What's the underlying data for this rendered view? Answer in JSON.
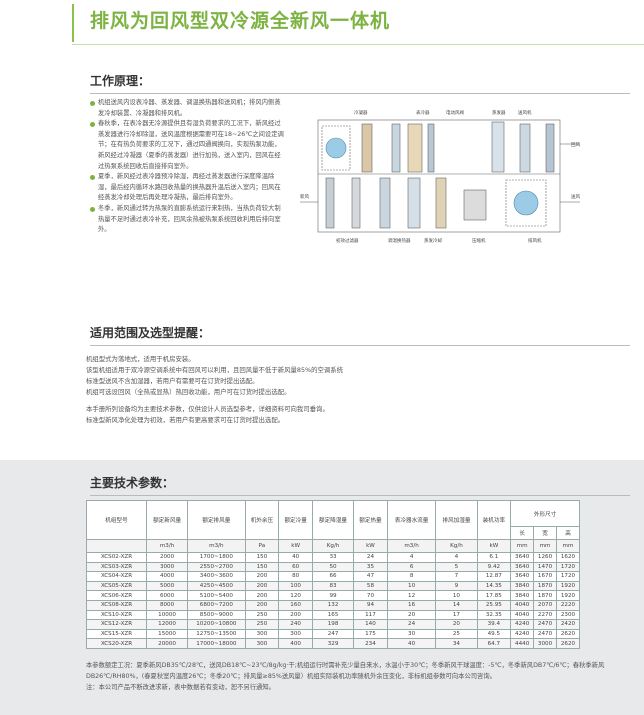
{
  "title": "排风为回风型双冷源全新风一体机",
  "principle": {
    "heading": "工作原理：",
    "items": [
      "机组送风内设表冷器、蒸发器、调温换热器和送风机；排风内侧蒸发冷却装置、冷凝器和排风机。",
      "春秋季，在表冷器无冷源提供且有湿负荷要求的工况下，新风经过蒸发器进行冷却除湿，送风温度根据需要可在18~26℃之间设定调节；在有热负荷要求的工况下，通过四通阀换向，实现热泵功能，新风经过冷凝器（夏季的蒸发器）进行加热，送入室内，回风在经过热泵系统回收后直接排向室外。",
      "夏季，新风经过表冷器预冷除湿，再经过蒸发器进行深度降温除湿，最后经内循环水路回收热量的换热器升温后送入室内；回风在经蒸发冷却处理后再处理冷凝热，最后排向室外。",
      "冬季，新风通过转为热泵的直膨系统运行来制热，当热负荷较大制热量不足时通过表冷补充，回风余热被热泵系统回收利用后排向室外。"
    ]
  },
  "diagram": {
    "labels": {
      "top_left": "冷凝器",
      "top_mid": "表冷器",
      "top_mid2": "电动风阀",
      "top_right": "蒸发器",
      "top_right2": "送风机",
      "right_upper": "回风",
      "right_lower": "送风",
      "left_lower": "新风",
      "bottom_left": "初效过滤器",
      "bottom_mid": "调温换热器",
      "bottom_mid2": "蒸发冷却",
      "bottom_right": "压缩机",
      "bottom_right2": "排风机"
    }
  },
  "scope": {
    "heading": "适用范围及选型提醒：",
    "paragraphs": [
      "机组型式为落地式，适用于机房安装。",
      "该型机组适用于双冷源空调系统中有回风可以利用，且回风量不低于新风量85%的空调系统",
      "标准型送风不含加湿器，若用户有需要可在订货时提出选配。",
      "机组可选设回风（全热或显热）热回收功能，用户可在订货时提出选配。",
      "",
      "本手册所列设备均为主要技术参数，仅供设计人员选型参考，详细资料可向我司垂询。",
      "标准型新风净化处理为初效，若用户有更高要求可在订货时提出选配。"
    ]
  },
  "params": {
    "heading": "主要技术参数：",
    "headers": {
      "model": "机组型号",
      "fresh_air": "额定新风量",
      "exhaust": "额定排风量",
      "pressure": "机外余压",
      "cooling": "额定冷量",
      "dehumid": "额定降湿量",
      "heating": "额定热量",
      "water": "表冷器水流量",
      "humid": "排风加湿量",
      "power": "装机功率",
      "dims": "外形尺寸",
      "len": "长",
      "wid": "宽",
      "hei": "高"
    },
    "units": [
      "m3/h",
      "m3/h",
      "Pa",
      "kW",
      "Kg/h",
      "kW",
      "m3/h",
      "Kg/h",
      "kW",
      "mm",
      "mm",
      "mm"
    ],
    "rows": [
      [
        "XCS02-XZR",
        "2000",
        "1700~1800",
        "150",
        "40",
        "33",
        "24",
        "4",
        "4",
        "6.1",
        "3640",
        "1260",
        "1620"
      ],
      [
        "XCS03-XZR",
        "3000",
        "2550~2700",
        "150",
        "60",
        "50",
        "35",
        "6",
        "5",
        "9.42",
        "3640",
        "1470",
        "1720"
      ],
      [
        "XCS04-XZR",
        "4000",
        "3400~3600",
        "200",
        "80",
        "66",
        "47",
        "8",
        "7",
        "12.87",
        "3640",
        "1670",
        "1720"
      ],
      [
        "XCS05-XZR",
        "5000",
        "4250~4500",
        "200",
        "100",
        "83",
        "58",
        "10",
        "9",
        "14.35",
        "3840",
        "1870",
        "1920"
      ],
      [
        "XCS06-XZR",
        "6000",
        "5100~5400",
        "200",
        "120",
        "99",
        "70",
        "12",
        "10",
        "17.85",
        "3840",
        "1870",
        "1920"
      ],
      [
        "XCS08-XZR",
        "8000",
        "6800~7200",
        "200",
        "160",
        "132",
        "94",
        "16",
        "14",
        "25.95",
        "4040",
        "2070",
        "2220"
      ],
      [
        "XCS10-XZR",
        "10000",
        "8500~9000",
        "250",
        "200",
        "165",
        "117",
        "20",
        "17",
        "32.35",
        "4040",
        "2270",
        "2300"
      ],
      [
        "XCS12-XZR",
        "12000",
        "10200~10800",
        "250",
        "240",
        "198",
        "140",
        "24",
        "20",
        "39.4",
        "4240",
        "2470",
        "2420"
      ],
      [
        "XCS15-XZR",
        "15000",
        "12750~13500",
        "300",
        "300",
        "247",
        "175",
        "30",
        "25",
        "49.5",
        "4240",
        "2470",
        "2620"
      ],
      [
        "XCS20-XZR",
        "20000",
        "17000~18000",
        "300",
        "400",
        "329",
        "234",
        "40",
        "34",
        "64.7",
        "4440",
        "3000",
        "2620"
      ]
    ],
    "notes": [
      "本参数额定工况：夏季新风DB35℃/28℃，送风DB18℃~23℃/8g/kg·干;机组运行时需补充少量自来水，水温小于30℃；冬季新风干球温度：-5℃，冬季新风DB7℃/6℃；春秋季新风DB26℃/RH80%，(春夏秋室内温度26℃；冬季20℃；排风量≥85%送风量）机组实际装机功率随机外余压变化，非标机组参数可向本公司咨询。",
      "注：本公司产品不断改进求新，表中数据若有变动，恕不另行通知。"
    ]
  }
}
